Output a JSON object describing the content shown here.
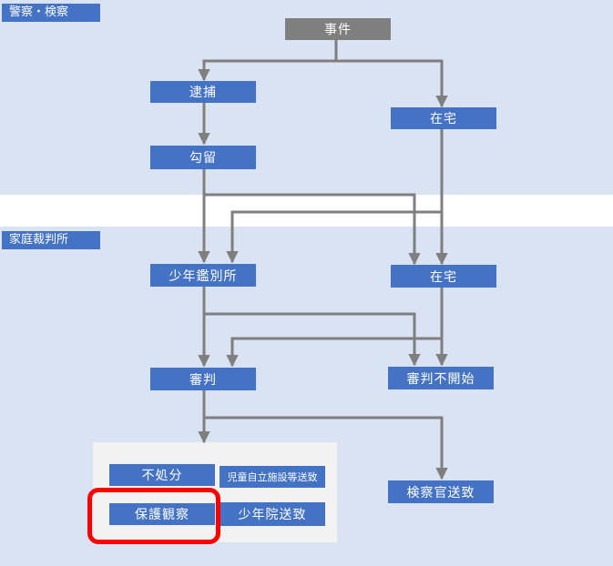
{
  "sections": {
    "police": "警察・検察",
    "court": "家庭裁判所"
  },
  "nodes": {
    "incident": "事件",
    "arrest": "逮捕",
    "at_home_1": "在宅",
    "detention": "勾留",
    "classification": "少年鑑別所",
    "at_home_2": "在宅",
    "hearing": "審判",
    "no_hearing": "審判不開始",
    "no_disposition": "不処分",
    "child_facility": "児童自立施設等送致",
    "probation": "保護観察",
    "reform_school": "少年院送致",
    "prosecutor": "検察官送致"
  },
  "colors": {
    "section_band": "#dae3f3",
    "box": "#4472c4",
    "incident_box": "#7f7f7f",
    "arrow": "#7f7f7f",
    "outcome_panel": "#f2f2f2",
    "highlight": "#ff0000"
  }
}
